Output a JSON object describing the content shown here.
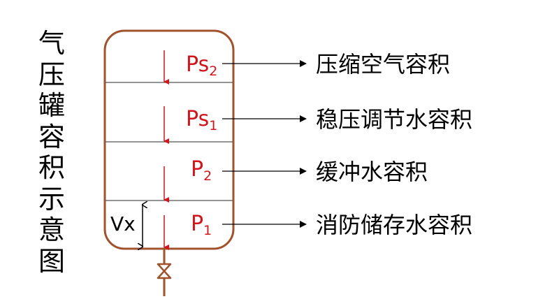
{
  "title": "气压罐容积示意图",
  "tank": {
    "outline_color": "#a0522d",
    "label_color": "#d0161c",
    "zones": [
      {
        "label": "Ps",
        "sub": "2",
        "description": "压缩空气容积"
      },
      {
        "label": "Ps",
        "sub": "1",
        "description": "稳压调节水容积"
      },
      {
        "label": "P",
        "sub": "2",
        "description": "缓冲水容积"
      },
      {
        "label": "P",
        "sub": "1",
        "description": "消防储存水容积"
      }
    ],
    "vx_label": "Vx"
  }
}
